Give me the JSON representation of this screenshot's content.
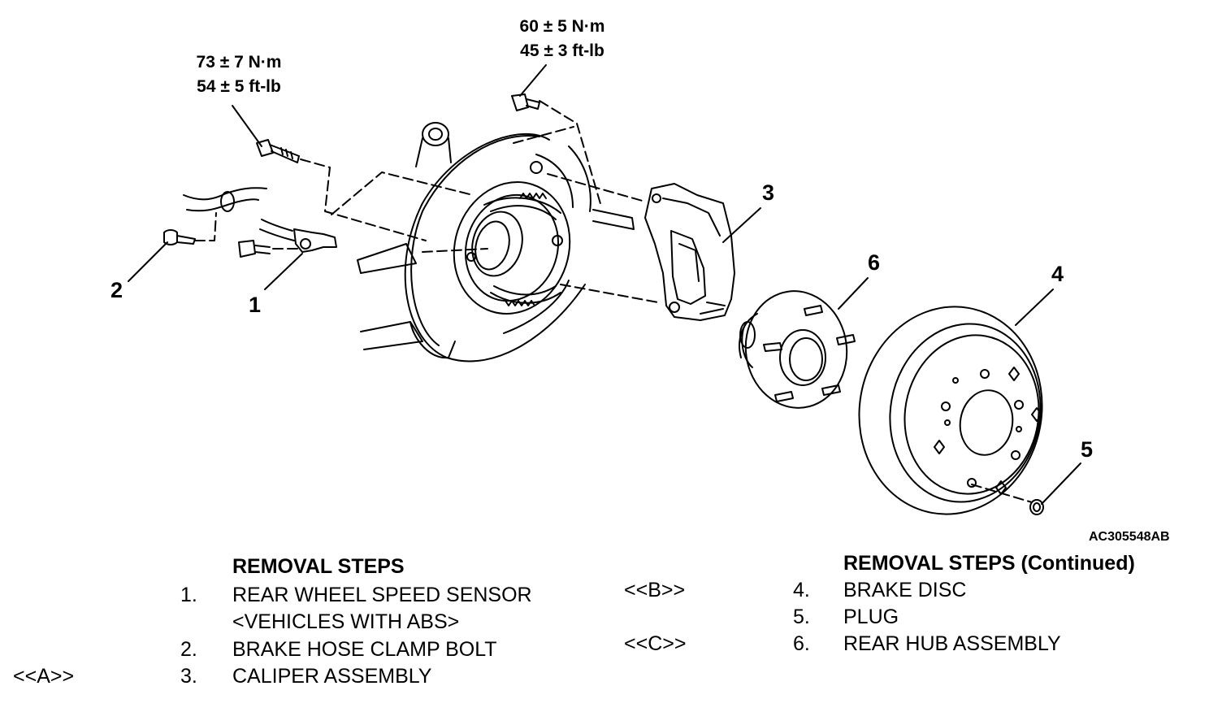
{
  "torque_labels": {
    "upper_right": {
      "line1": "60 ± 5 N·m",
      "line2": "45 ± 3 ft-lb"
    },
    "upper_left": {
      "line1": "73 ± 7 N·m",
      "line2": "54 ± 5 ft-lb"
    }
  },
  "callouts": {
    "n1": "1",
    "n2": "2",
    "n3": "3",
    "n4": "4",
    "n5": "5",
    "n6": "6"
  },
  "figure_id": "AC305548AB",
  "steps_left": {
    "heading": "REMOVAL STEPS",
    "items": [
      {
        "num": "1.",
        "text": "REAR WHEEL SPEED SENSOR",
        "text2": "<VEHICLES WITH ABS>",
        "ref": ""
      },
      {
        "num": "2.",
        "text": "BRAKE HOSE CLAMP BOLT",
        "ref": ""
      },
      {
        "num": "3.",
        "text": "CALIPER ASSEMBLY",
        "ref": "<<A>>"
      }
    ]
  },
  "steps_right": {
    "heading": "REMOVAL STEPS (Continued)",
    "items": [
      {
        "num": "4.",
        "text": "BRAKE DISC",
        "ref": "<<B>>"
      },
      {
        "num": "5.",
        "text": "PLUG",
        "ref": ""
      },
      {
        "num": "6.",
        "text": "REAR HUB ASSEMBLY",
        "ref": "<<C>>"
      }
    ]
  }
}
